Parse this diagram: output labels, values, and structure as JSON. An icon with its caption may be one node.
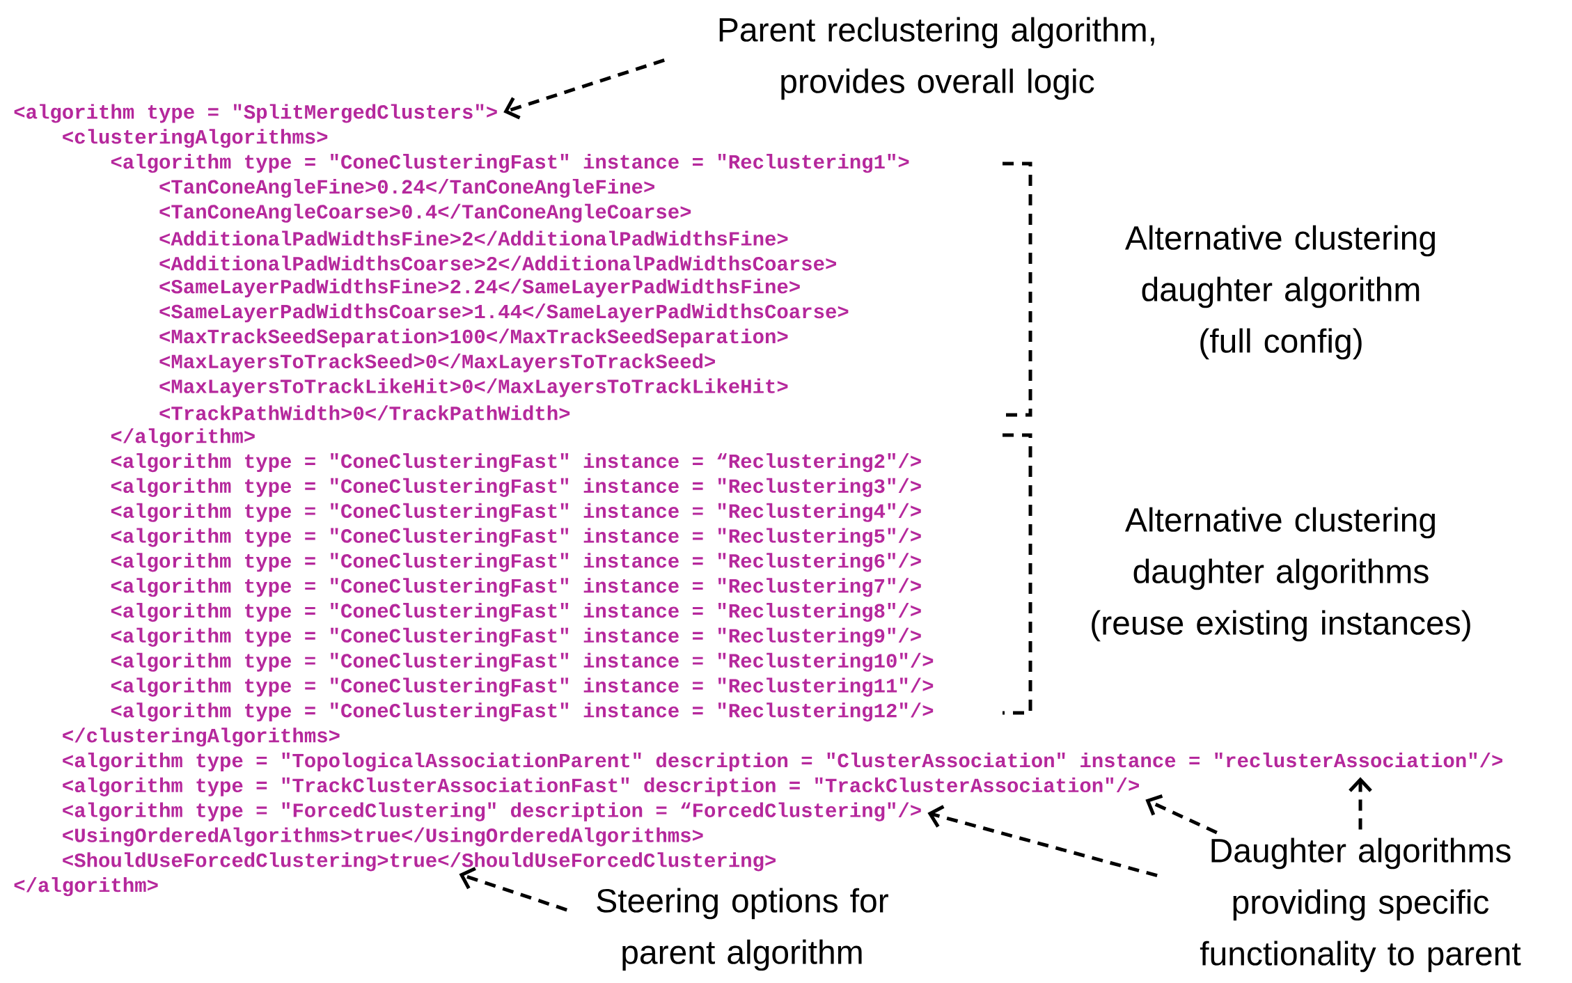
{
  "diagram": {
    "nodes": [
      {
        "text": [
          "Parent reclustering algorithm, provides overall logic"
        ]
      },
      {
        "text": [
          "<algorithm type = \"SplitMergedClusters\">"
        ]
      },
      {
        "text": [
          "<algorithm type = \"TopologicalAssociationParent\" description = \"ClusterAssociation\" instance = \"reclusterAssociation\"/>"
        ]
      },
      {
        "text": [
          "<algorithm type = \"TrackClusterAssociationFast\" description = \"TrackClusterAssociation\"/>"
        ]
      },
      {
        "text": [
          "<algorithm type = \"ForcedClustering\" description = “ForcedClustering\"/>"
        ]
      },
      {
        "text": [
          "<ShouldUseForcedClustering>true</ShouldUseForcedClustering>"
        ]
      },
      {
        "text": [
          "Daughter algorithms providing specific functionality to parent"
        ]
      },
      {
        "text": [
          "Steering options for parent algorithm"
        ]
      }
    ],
    "edges": [
      {
        "from": 0,
        "to": 1,
        "arrow": "to",
        "style": "dashed"
      },
      {
        "from": 6,
        "to": 4,
        "arrow": "to",
        "style": "dashed"
      },
      {
        "from": 6,
        "to": 3,
        "arrow": "to",
        "style": "dashed"
      },
      {
        "from": 6,
        "to": 2,
        "arrow": "to",
        "style": "dashed"
      },
      {
        "from": 7,
        "to": 5,
        "arrow": "to",
        "style": "dashed"
      }
    ],
    "labels": [
      "<clusteringAlgorithms>",
      "<algorithm type = \"ConeClusteringFast\" instance = \"Reclustering1\">",
      "<TanConeAngleFine>0.24</TanConeAngleFine>",
      "<TanConeAngleCoarse>0.4</TanConeAngleCoarse>",
      "<AdditionalPadWidthsFine>2</AdditionalPadWidthsFine>",
      "<AdditionalPadWidthsCoarse>2</AdditionalPadWidthsCoarse>",
      "<SameLayerPadWidthsFine>2.24</SameLayerPadWidthsFine>",
      "<SameLayerPadWidthsCoarse>1.44</SameLayerPadWidthsCoarse>",
      "<MaxTrackSeedSeparation>100</MaxTrackSeedSeparation>",
      "<MaxLayersToTrackSeed>0</MaxLayersToTrackSeed>",
      "<MaxLayersToTrackLikeHit>0</MaxLayersToTrackLikeHit>",
      "<TrackPathWidth>0</TrackPathWidth>",
      "</algorithm>",
      "<algorithm type = \"ConeClusteringFast\" instance = “Reclustering2\"/>",
      "<algorithm type = \"ConeClusteringFast\" instance = \"Reclustering3\"/>",
      "<algorithm type = \"ConeClusteringFast\" instance = \"Reclustering4\"/>",
      "<algorithm type = \"ConeClusteringFast\" instance = \"Reclustering5\"/>",
      "<algorithm type = \"ConeClusteringFast\" instance = \"Reclustering6\"/>",
      "<algorithm type = \"ConeClusteringFast\" instance = \"Reclustering7\"/>",
      "<algorithm type = \"ConeClusteringFast\" instance = \"Reclustering8\"/>",
      "<algorithm type = \"ConeClusteringFast\" instance = \"Reclustering9\"/>",
      "<algorithm type = \"ConeClusteringFast\" instance = \"Reclustering10\"/>",
      "<algorithm type = \"ConeClusteringFast\" instance = \"Reclustering11\"/>",
      "<algorithm type = \"ConeClusteringFast\" instance = \"Reclustering12\"/>",
      "</clusteringAlgorithms>",
      "<UsingOrderedAlgorithms>true</UsingOrderedAlgorithms>",
      "</algorithm>",
      "Alternative clustering daughter algorithm (full config)",
      "Alternative clustering daughter algorithms (reuse existing instances)"
    ]
  }
}
